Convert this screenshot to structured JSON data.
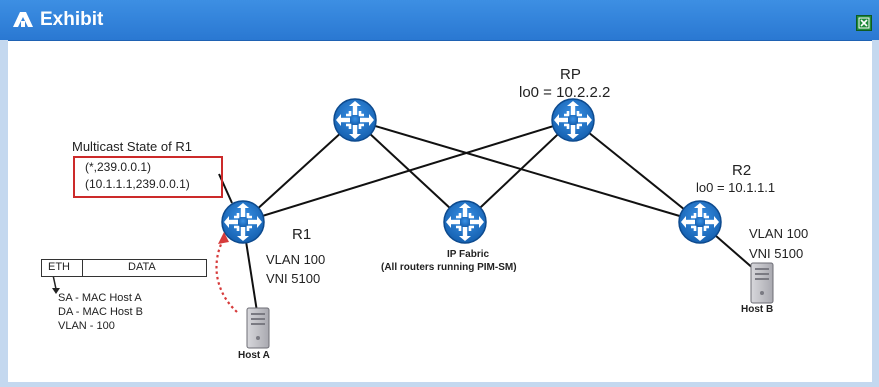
{
  "window": {
    "title": "Exhibit",
    "close_icon": "close-icon",
    "title_icon": "exhibit-icon"
  },
  "colors": {
    "titlebar": "#2f80d8",
    "router": "#1a73c9",
    "highlight": "#cc2a2a",
    "arrow": "#d63a3a"
  },
  "nodes": {
    "rp": {
      "name": "RP",
      "lo": "lo0 = 10.2.2.2"
    },
    "r1": {
      "name": "R1",
      "vlan": "VLAN 100",
      "vni": "VNI 5100"
    },
    "r2": {
      "name": "R2",
      "lo": "lo0 = 10.1.1.1",
      "vlan": "VLAN 100",
      "vni": "VNI 5100"
    },
    "fabric": {
      "name": "IP Fabric",
      "note": "(All routers running PIM-SM)"
    },
    "host_a": {
      "name": "Host A"
    },
    "host_b": {
      "name": "Host B"
    }
  },
  "multicast_state": {
    "title": "Multicast State of R1",
    "entries": [
      "(*,239.0.0.1)",
      "(10.1.1.1,239.0.0.1)"
    ]
  },
  "frame": {
    "eth": "ETH",
    "data": "DATA",
    "fields": [
      "SA - MAC Host A",
      "DA - MAC Host B",
      "VLAN - 100"
    ]
  }
}
